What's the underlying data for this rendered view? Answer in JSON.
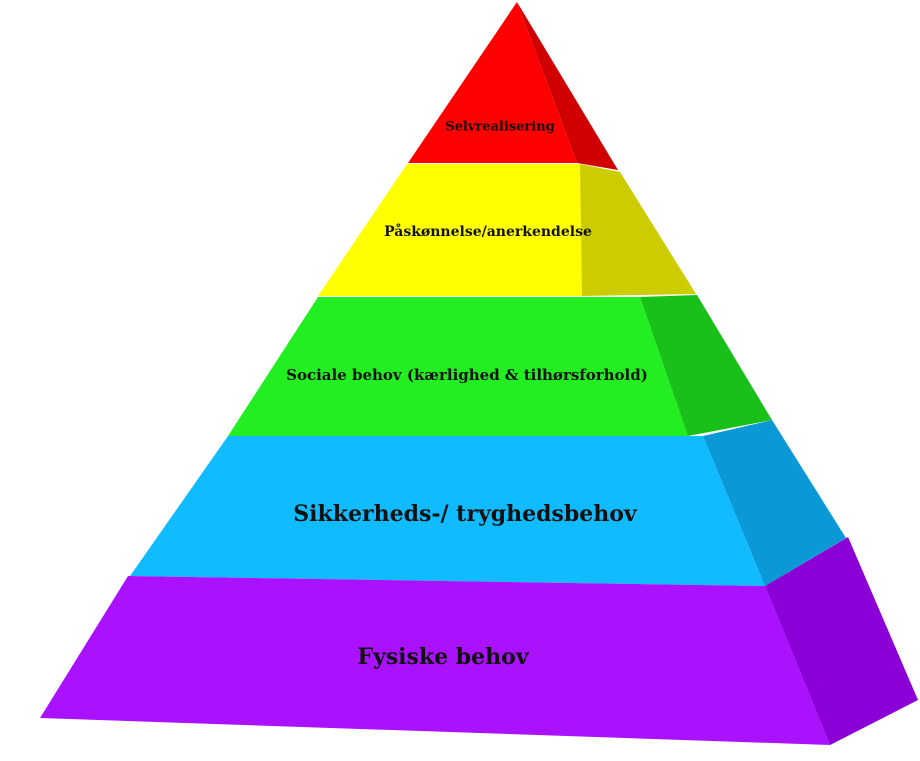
{
  "diagram": {
    "type": "pyramid",
    "levels": [
      {
        "label": "Selvrealisering",
        "color": "#ff0000",
        "side_color": "#d10000"
      },
      {
        "label": "Påskønnelse/anerkendelse",
        "color": "#ffff00",
        "side_color": "#cccc00"
      },
      {
        "label": "Sociale behov (kærlighed & tilhørsforhold)",
        "color": "#22ee22",
        "side_color": "#19c019"
      },
      {
        "label": "Sikkerheds-/ tryghedsbehov",
        "color": "#11bbff",
        "side_color": "#0a99d6"
      },
      {
        "label": "Fysiske behov",
        "color": "#aa11ff",
        "side_color": "#8a00d6"
      }
    ]
  }
}
